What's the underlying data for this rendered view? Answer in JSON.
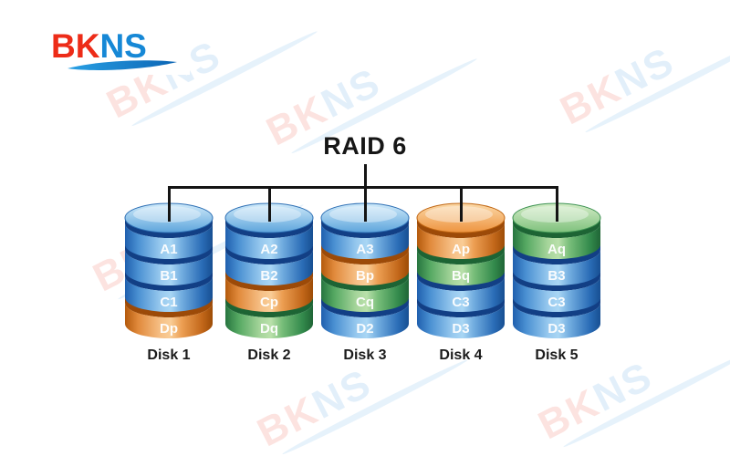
{
  "logo": {
    "bk": "BK",
    "ns": "NS"
  },
  "watermark": {
    "bk": "BK",
    "ns": "NS"
  },
  "diagram": {
    "title": "RAID 6",
    "disks": [
      {
        "name": "Disk 1",
        "segments": [
          {
            "label": "A1",
            "color": "blue"
          },
          {
            "label": "B1",
            "color": "blue"
          },
          {
            "label": "C1",
            "color": "blue"
          },
          {
            "label": "Dp",
            "color": "orange"
          }
        ]
      },
      {
        "name": "Disk 2",
        "segments": [
          {
            "label": "A2",
            "color": "blue"
          },
          {
            "label": "B2",
            "color": "blue"
          },
          {
            "label": "Cp",
            "color": "orange"
          },
          {
            "label": "Dq",
            "color": "green"
          }
        ]
      },
      {
        "name": "Disk 3",
        "segments": [
          {
            "label": "A3",
            "color": "blue"
          },
          {
            "label": "Bp",
            "color": "orange"
          },
          {
            "label": "Cq",
            "color": "green"
          },
          {
            "label": "D2",
            "color": "blue"
          }
        ]
      },
      {
        "name": "Disk 4",
        "segments": [
          {
            "label": "Ap",
            "color": "orange"
          },
          {
            "label": "Bq",
            "color": "green"
          },
          {
            "label": "C3",
            "color": "blue"
          },
          {
            "label": "D3",
            "color": "blue"
          }
        ]
      },
      {
        "name": "Disk 5",
        "segments": [
          {
            "label": "Aq",
            "color": "green"
          },
          {
            "label": "B3",
            "color": "blue"
          },
          {
            "label": "C3",
            "color": "blue"
          },
          {
            "label": "D3",
            "color": "blue"
          }
        ]
      }
    ]
  },
  "colors": {
    "segment_blue": "#2f79c6",
    "segment_orange": "#e78a33",
    "segment_green": "#5fae62",
    "logo_red": "#ed2c18",
    "logo_blue": "#1688d6",
    "connector": "#141414",
    "watermark_pink": "#f5b9b2",
    "watermark_blue": "#cfe5f6"
  }
}
